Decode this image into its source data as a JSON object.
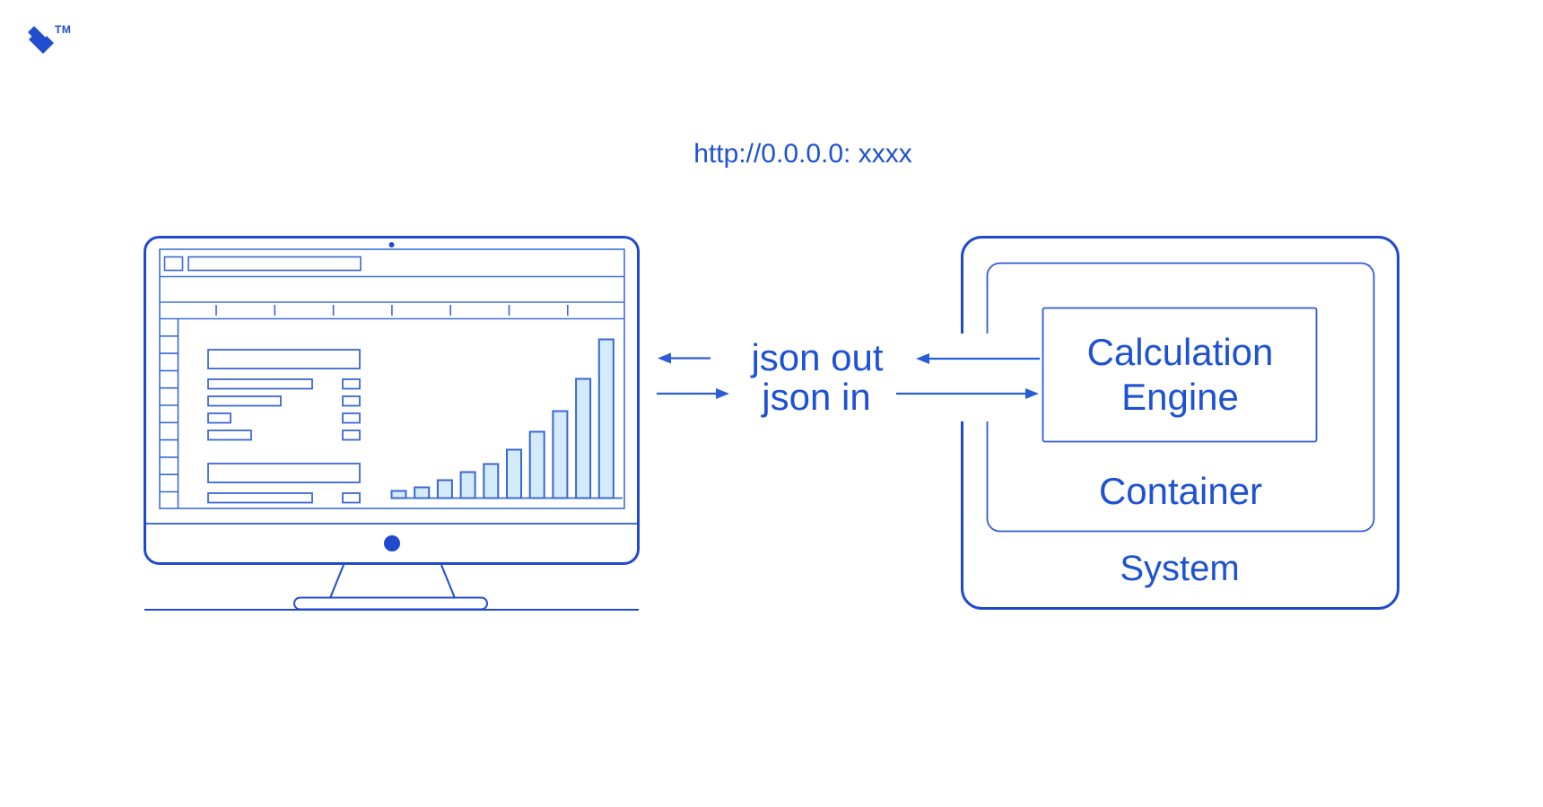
{
  "logo": {
    "tm": "TM",
    "color": "#204ECF"
  },
  "header": {
    "url": "http://0.0.0.0: xxxx"
  },
  "flow": {
    "json_out": "json out",
    "json_in": "json in"
  },
  "right_panel": {
    "engine_line1": "Calculation",
    "engine_line2": "Engine",
    "container": "Container",
    "system": "System"
  },
  "monitor": {
    "chart": {
      "type": "bar",
      "bars": [
        8,
        12,
        20,
        29,
        38,
        54,
        74,
        97,
        133,
        177
      ]
    }
  },
  "colors": {
    "deep_blue": "#2149CE",
    "text_blue": "#1E52D2",
    "mid_blue": "#4070D8",
    "light_blue": "#D4EBFB"
  }
}
